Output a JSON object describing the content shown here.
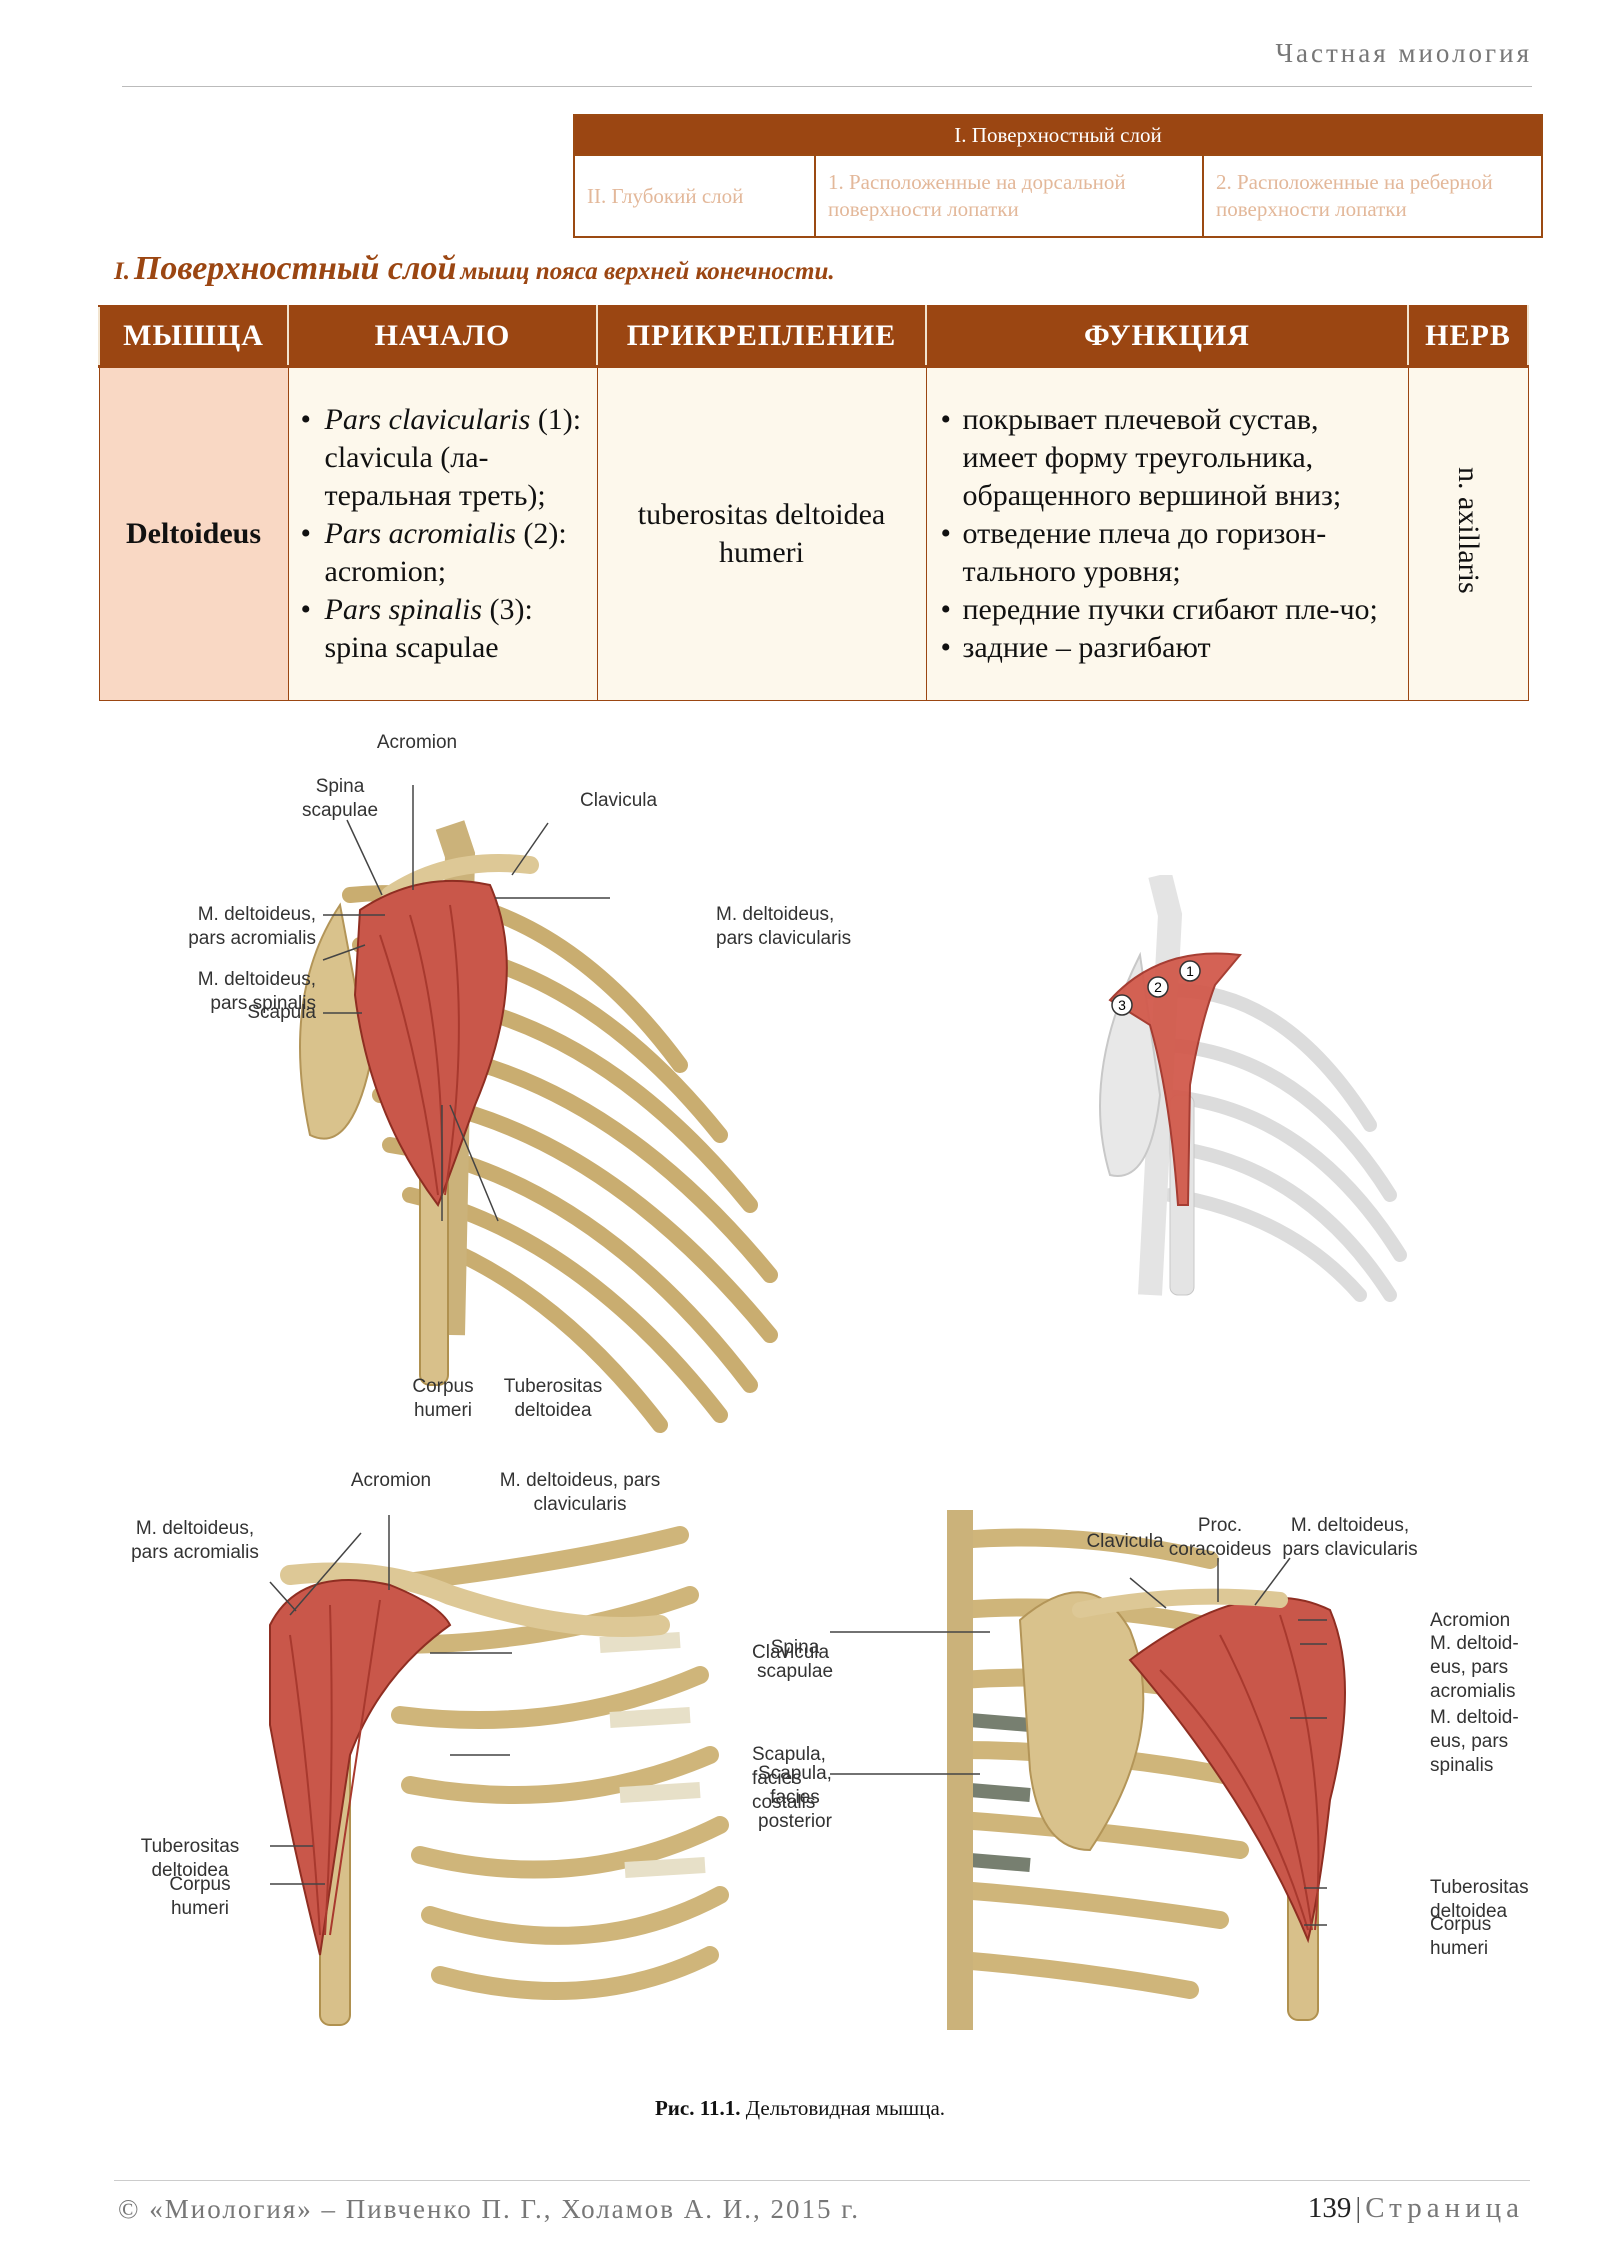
{
  "header": {
    "running_title": "Частная миология"
  },
  "nav": {
    "active": "I. Поверхностный слой",
    "items": [
      "II. Глубокий слой",
      "1. Расположенные на дорсальной поверхности лопатки",
      "2. Расположенные на реберной поверхности лопатки"
    ]
  },
  "section": {
    "prefix": "I.",
    "title": "Поверхностный слой",
    "subtitle": "мышц пояса верхней конечности."
  },
  "table": {
    "headers": [
      "МЫШЦА",
      "НАЧАЛО",
      "ПРИКРЕПЛЕНИЕ",
      "ФУНКЦИЯ",
      "НЕРВ"
    ],
    "row": {
      "muscle": "Deltoideus",
      "origin": [
        {
          "part": "Pars clavicularis",
          "rest": " (1): clavicula (ла-\nтеральная треть);"
        },
        {
          "part": "Pars acromialis",
          "rest": " (2): acromion;"
        },
        {
          "part": "Pars spinalis",
          "rest": " (3): spina scapulae"
        }
      ],
      "insertion": "tuberositas deltoidea humeri",
      "function": [
        "покрывает плечевой сустав, имеет форму треугольника, обращенного вершиной вниз;",
        "отведение плеча до горизон-тального уровня;",
        "передние пучки сгибают пле-чо;",
        "задние – разгибают"
      ],
      "nerve": "n. axillaris"
    }
  },
  "figure1": {
    "labels": {
      "acromion": "Acromion",
      "spina": "Spina\nscapulae",
      "clavicula": "Clavicula",
      "delt_acrom": "M. deltoideus,\npars acromialis",
      "delt_spin": "M. deltoideus,\npars spinalis",
      "scapula": "Scapula",
      "delt_clav": "M. deltoideus,\npars clavicularis",
      "corpus": "Corpus\nhumeri",
      "tuberositas": "Tuberositas\ndeltoidea"
    }
  },
  "figure2": {
    "markers": [
      "1",
      "2",
      "3"
    ]
  },
  "figure3": {
    "labels": {
      "acromion": "Acromion",
      "delt_clav": "M. deltoideus, pars\nclavicularis",
      "delt_acrom": "M. deltoideus,\npars acromialis",
      "clavicula": "Clavicula",
      "scap_costal": "Scapula,\nfacies\ncostalis",
      "tuberositas": "Tuberositas\ndeltoidea",
      "corpus": "Corpus\nhumeri"
    }
  },
  "figure4": {
    "labels": {
      "clavicula": "Clavicula",
      "proc": "Proc.\ncoracoideus",
      "delt_clav": "M. deltoideus,\npars clavicularis",
      "spina": "Spina\nscapulae",
      "acromion": "Acromion",
      "delt_acrom": "M. deltoid-\neus, pars\nacromialis",
      "delt_spin": "M. deltoid-\neus, pars\nspinalis",
      "scap_post": "Scapula,\nfacies\nposterior",
      "tuberositas": "Tuberositas\ndeltoidea",
      "corpus": "Corpus\nhumeri"
    }
  },
  "caption": {
    "label": "Рис. 11.1.",
    "text": " Дельтовидная мышца."
  },
  "footer": {
    "copyright": "© «Миология» – Пивченко П. Г., Холамов А. И., 2015 г.",
    "page_number": "139",
    "page_word": "Страница"
  },
  "colors": {
    "accent": "#9b4612",
    "muscle_cell": "#f9d8c4",
    "cell_bg": "#fdf8ec",
    "muscle_red": "#c9574a",
    "bone": "#d6c08e"
  }
}
